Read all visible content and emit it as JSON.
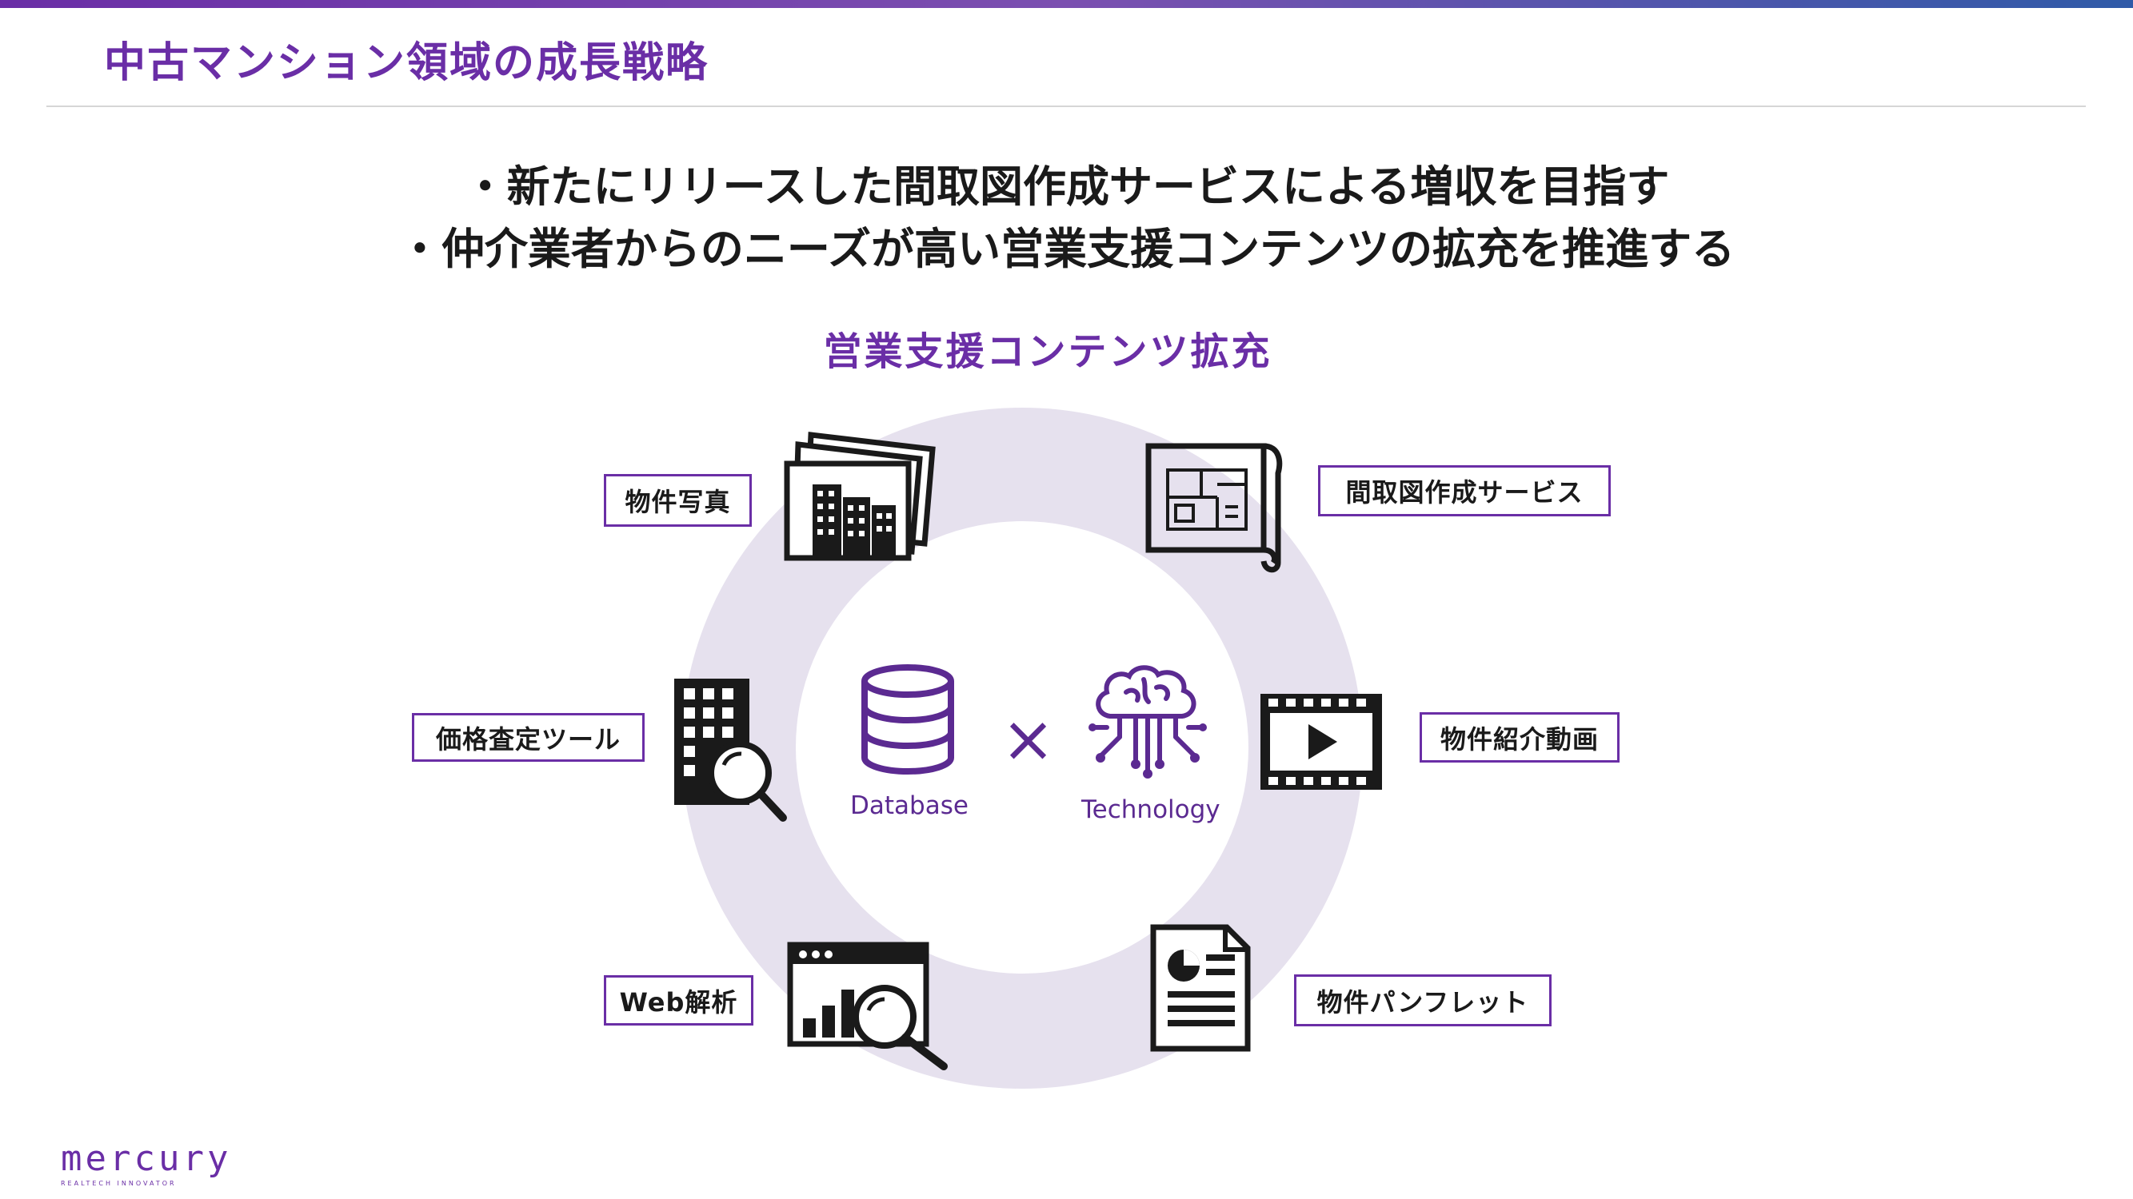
{
  "page": {
    "title": "中古マンション領域の成長戦略"
  },
  "bullets": [
    "・新たにリリースした間取図作成サービスによる増収を目指す",
    "・仲介業者からのニーズが高い営業支援コンテンツの拡充を推進する"
  ],
  "diagram": {
    "section_title": "営業支援コンテンツ拡充",
    "core": {
      "left_label": "Database",
      "operator": "×",
      "right_label": "Technology"
    },
    "items": [
      {
        "label": "物件写真",
        "icon": "property-photos-icon"
      },
      {
        "label": "間取図作成サービス",
        "icon": "floor-plan-icon"
      },
      {
        "label": "価格査定ツール",
        "icon": "building-search-icon"
      },
      {
        "label": "物件紹介動画",
        "icon": "video-film-icon"
      },
      {
        "label": "Web解析",
        "icon": "web-analytics-icon"
      },
      {
        "label": "物件パンフレット",
        "icon": "pamphlet-document-icon"
      }
    ],
    "colors": {
      "accent": "#6a2ea6",
      "ring": "#e6e1ee",
      "icon": "#1a1a1a"
    }
  },
  "logo": {
    "word": "mercury",
    "tagline": "REALTECH INNOVATOR"
  }
}
